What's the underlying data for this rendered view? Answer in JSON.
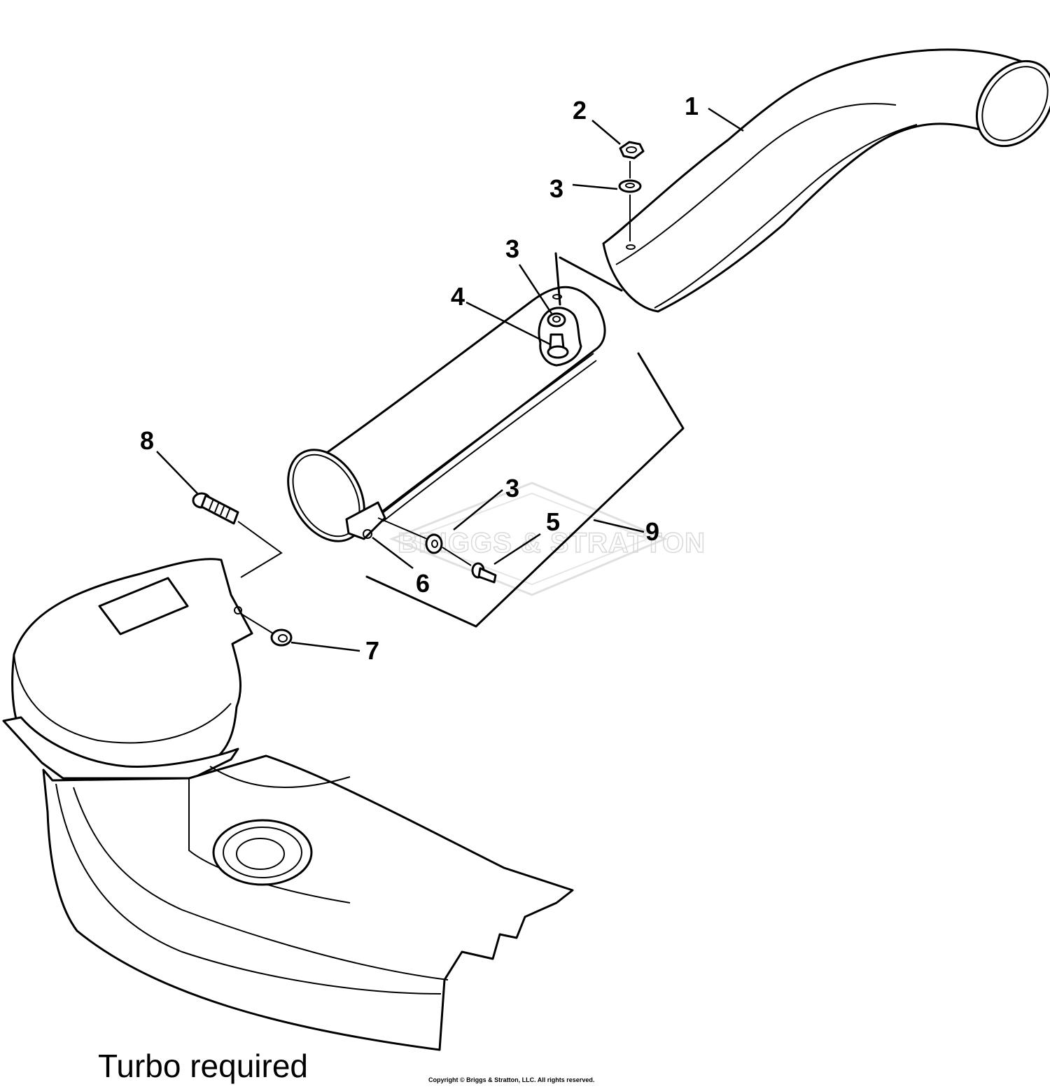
{
  "diagram": {
    "callouts": {
      "c1": "1",
      "c2": "2",
      "c3a": "3",
      "c3b": "3",
      "c3c": "3",
      "c4": "4",
      "c5": "5",
      "c6": "6",
      "c7": "7",
      "c8": "8",
      "c9": "9"
    },
    "watermark": "BRIGGS & STRATTON",
    "caption": "Turbo required",
    "copyright": "Copyright © Briggs & Stratton, LLC. All rights reserved."
  }
}
